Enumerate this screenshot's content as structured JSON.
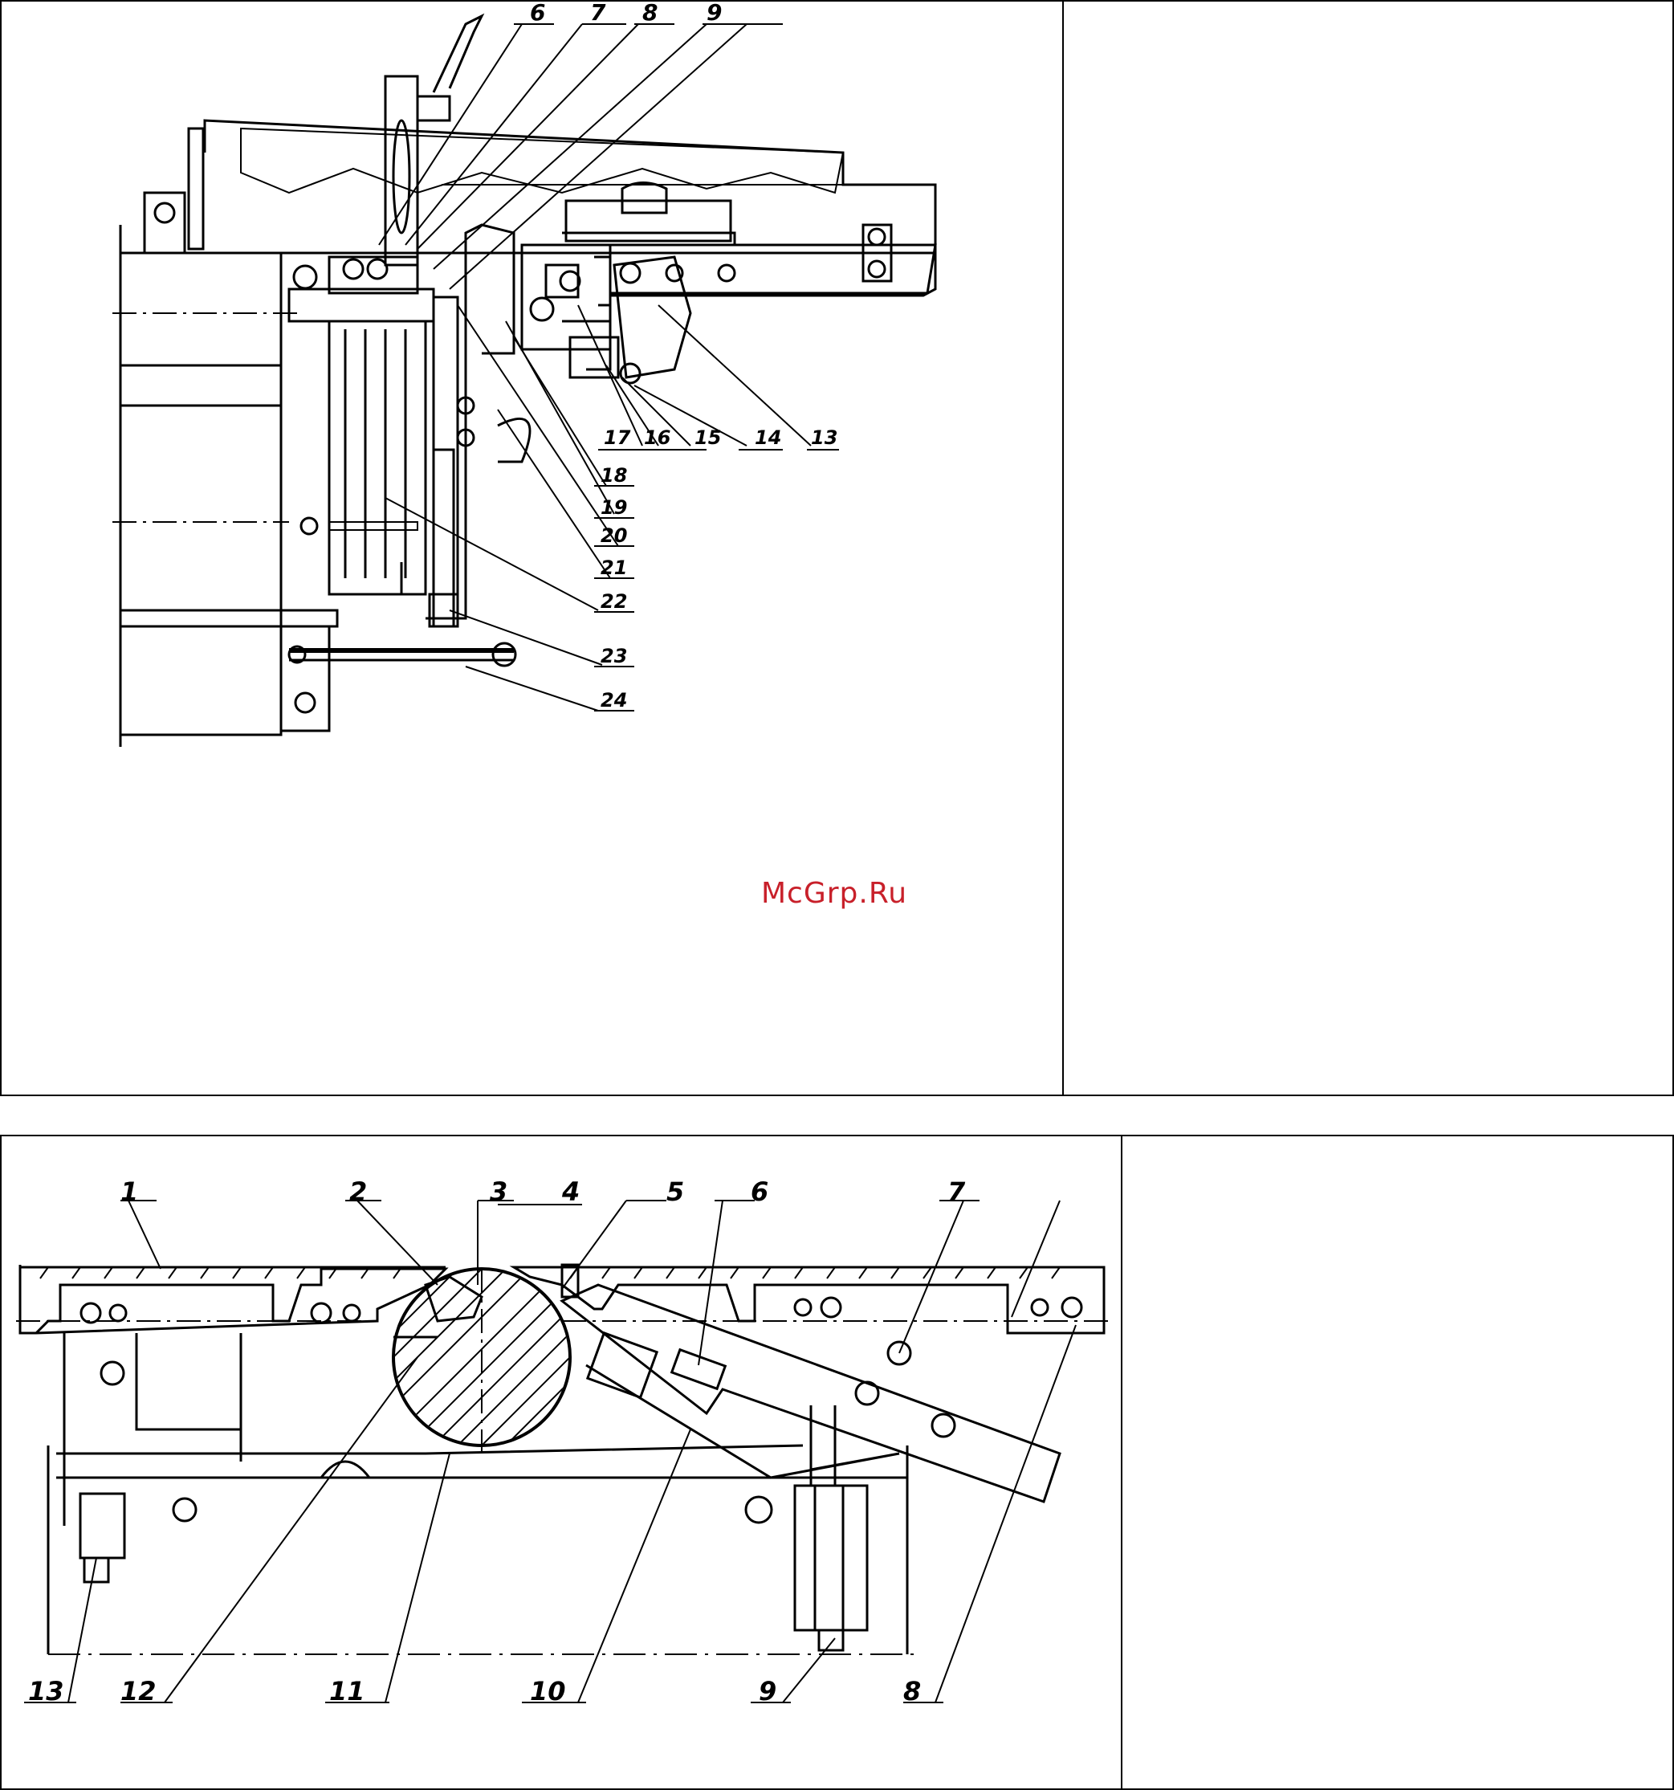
{
  "watermark": {
    "text": "McGrp.Ru",
    "color": "#c8202a"
  },
  "top_figure": {
    "labels": [
      "6",
      "7",
      "8",
      "9",
      "13",
      "14",
      "15",
      "16",
      "17",
      "18",
      "19",
      "20",
      "21",
      "22",
      "23",
      "24"
    ]
  },
  "bottom_figure": {
    "labels": [
      "1",
      "2",
      "3",
      "4",
      "5",
      "6",
      "7",
      "8",
      "9",
      "10",
      "11",
      "12",
      "13"
    ]
  }
}
